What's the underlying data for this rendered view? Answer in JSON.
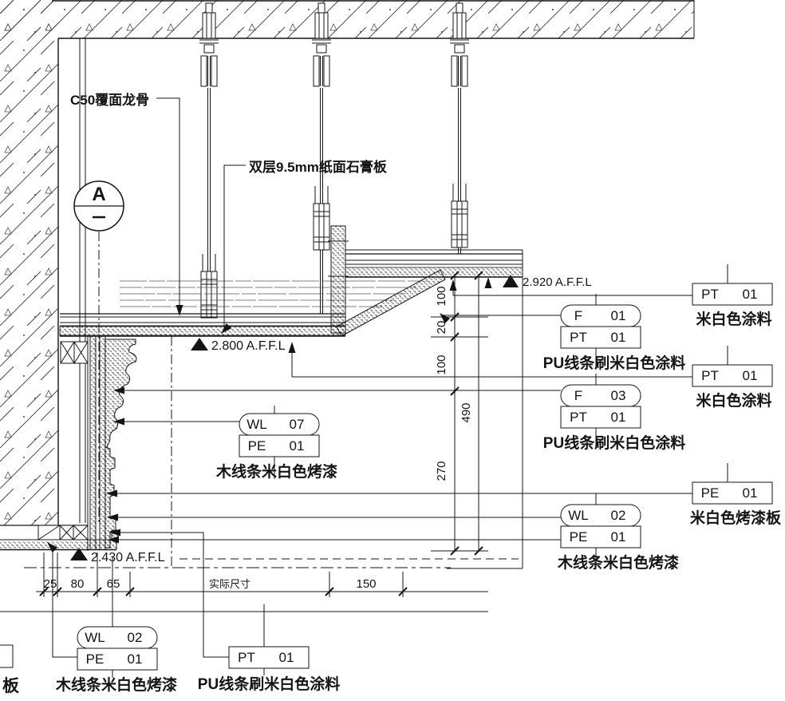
{
  "callouts": {
    "c50": "C50覆面龙骨",
    "gypsum": "双层9.5mm纸面石膏板"
  },
  "bubble": {
    "letter": "A"
  },
  "levels": {
    "upper": "2.920 A.F.F.L",
    "middle": "2.800 A.F.F.L",
    "lower": "2.430 A.F.F.L"
  },
  "dims": {
    "h25": "25",
    "h80": "80",
    "h65": "65",
    "hsite": "实际尺寸",
    "h150": "150",
    "v100a": "100",
    "v20": "20",
    "v100b": "100",
    "v270": "270",
    "v490": "490"
  },
  "tags": {
    "pt": "PT",
    "pe": "PE",
    "f": "F",
    "wl": "WL",
    "n01": "01",
    "n02": "02",
    "n03": "03",
    "n07": "07"
  },
  "materials": {
    "paint": "米白色涂料",
    "pu": "PU线条刷米白色涂料",
    "wood": "木线条米白色烤漆",
    "panel": "米白色烤漆板",
    "fragment": "板"
  }
}
